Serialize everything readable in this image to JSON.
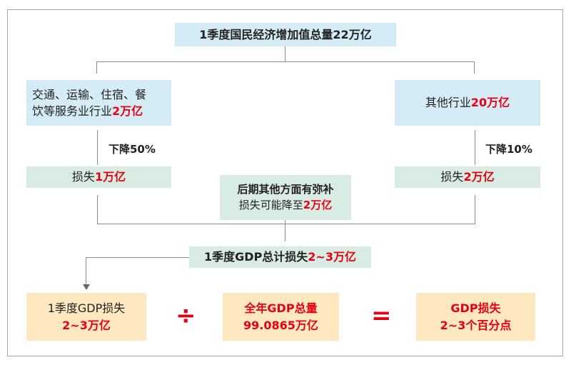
{
  "top": {
    "text": "1季度国民经济增加值总量",
    "value": "22万亿"
  },
  "left_sector": {
    "line1": "交通、运输、住宿、餐",
    "line2": "饮等服务业行业",
    "value": "2万亿"
  },
  "right_sector": {
    "text": "其他行业",
    "value": "20万亿"
  },
  "left_drop": "下降50%",
  "right_drop": "下降10%",
  "left_loss": {
    "text": "损失",
    "value": "1万亿"
  },
  "right_loss": {
    "text": "损失",
    "value": "2万亿"
  },
  "middle": {
    "line1": "后期其他方面有弥补",
    "line2": "损失可能降至",
    "value": "2万亿"
  },
  "total": {
    "text": "1季度GDP总计损失",
    "value": "2~3万亿"
  },
  "formula": {
    "a": {
      "line1": "1季度GDP损失",
      "line2": "2~3万亿"
    },
    "divide": "÷",
    "b": {
      "line1": "全年GDP总量",
      "line2": "99.0865万亿"
    },
    "equals": "=",
    "c": {
      "line1": "GDP损失",
      "line2": "2~3个百分点"
    }
  }
}
